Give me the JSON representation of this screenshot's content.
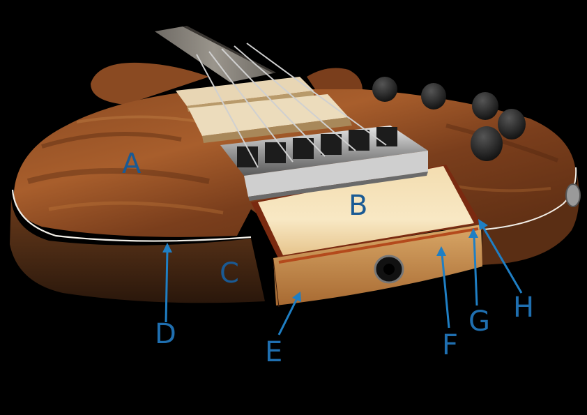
{
  "image": {
    "subject": "bass-guitar-body-closeup",
    "background_color": "#000000",
    "label_color": "#1f7fc4"
  },
  "labels": {
    "A": "A",
    "B": "B",
    "C": "C",
    "D": "D",
    "E": "E",
    "F": "F",
    "G": "G",
    "H": "H"
  }
}
